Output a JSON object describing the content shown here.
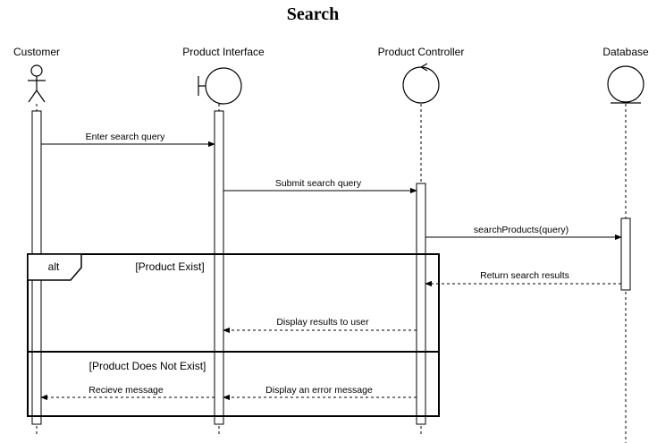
{
  "title": "Search",
  "participants": [
    {
      "name": "Customer",
      "kind": "actor"
    },
    {
      "name": "Product Interface",
      "kind": "boundary"
    },
    {
      "name": "Product Controller",
      "kind": "control"
    },
    {
      "name": "Database",
      "kind": "entity"
    }
  ],
  "messages": [
    {
      "label": "Enter search query",
      "from": 0,
      "to": 1,
      "style": "sync"
    },
    {
      "label": "Submit search query",
      "from": 1,
      "to": 2,
      "style": "sync"
    },
    {
      "label": "searchProducts(query)",
      "from": 2,
      "to": 3,
      "style": "sync"
    },
    {
      "label": "Return search results",
      "from": 3,
      "to": 2,
      "style": "return"
    },
    {
      "label": "Display results to user",
      "from": 2,
      "to": 1,
      "style": "return"
    },
    {
      "label": "Display an error message",
      "from": 2,
      "to": 1,
      "style": "return"
    },
    {
      "label": "Recieve message",
      "from": 1,
      "to": 0,
      "style": "return"
    }
  ],
  "fragment": {
    "operator": "alt",
    "guards": [
      "[Product Exist]",
      "[Product Does Not Exist]"
    ]
  },
  "colors": {
    "stroke": "#000000",
    "background": "#ffffff"
  }
}
